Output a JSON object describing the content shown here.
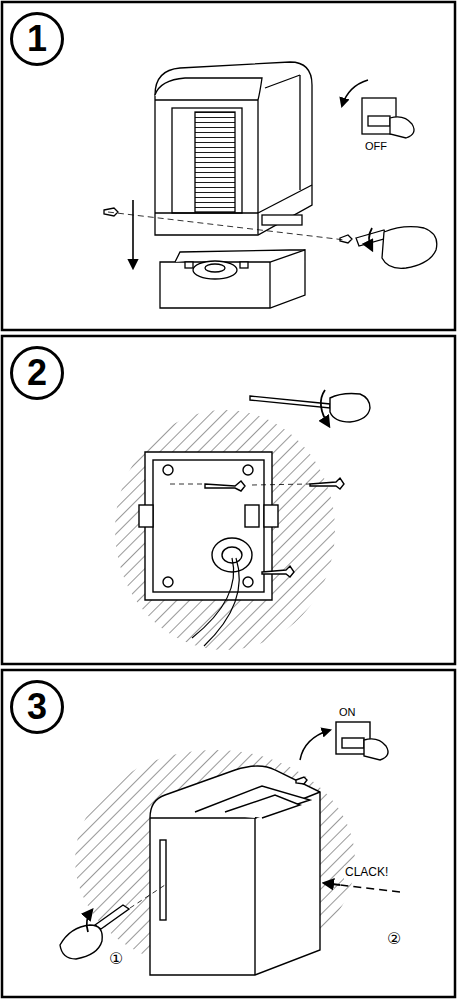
{
  "diagram": {
    "nodes": [
      {
        "text": [
          "1"
        ]
      },
      {
        "text": [
          "2"
        ]
      },
      {
        "text": [
          "3"
        ]
      }
    ],
    "labels": [
      "OFF",
      "ON",
      "CLACK!",
      "①",
      "②"
    ]
  }
}
